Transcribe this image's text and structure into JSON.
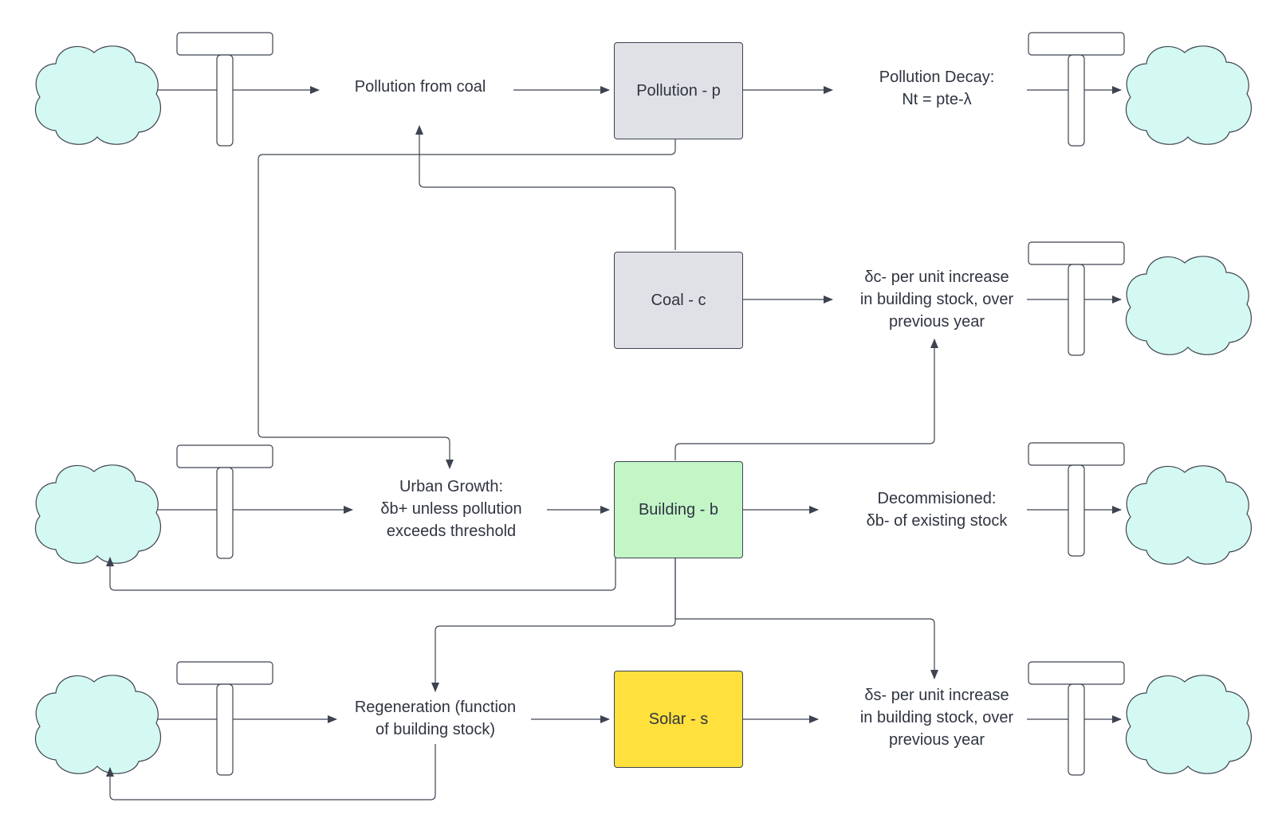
{
  "stocks": {
    "pollution": "Pollution - p",
    "coal": "Coal - c",
    "building": "Building - b",
    "solar": "Solar - s"
  },
  "flows": {
    "pollution_from_coal": [
      "Pollution from coal"
    ],
    "pollution_decay": [
      "Pollution Decay:",
      "Nt = pte-λ"
    ],
    "coal_outflow": [
      "δc- per unit increase",
      "in building stock, over",
      "previous year"
    ],
    "urban_growth": [
      "Urban Growth:",
      "δb+ unless pollution",
      "exceeds threshold"
    ],
    "decommissioned": [
      "Decommisioned:",
      "δb- of existing stock"
    ],
    "regeneration": [
      "Regeneration (function",
      "of building stock)"
    ],
    "solar_outflow": [
      "δs- per unit increase",
      "in building stock, over",
      "previous year"
    ]
  },
  "colors": {
    "line": "#3d4350",
    "cloud": "#d4f8f2",
    "stock_gray": "#dfe1e6",
    "stock_green": "#c3f5c7",
    "stock_yellow": "#ffe03d"
  }
}
